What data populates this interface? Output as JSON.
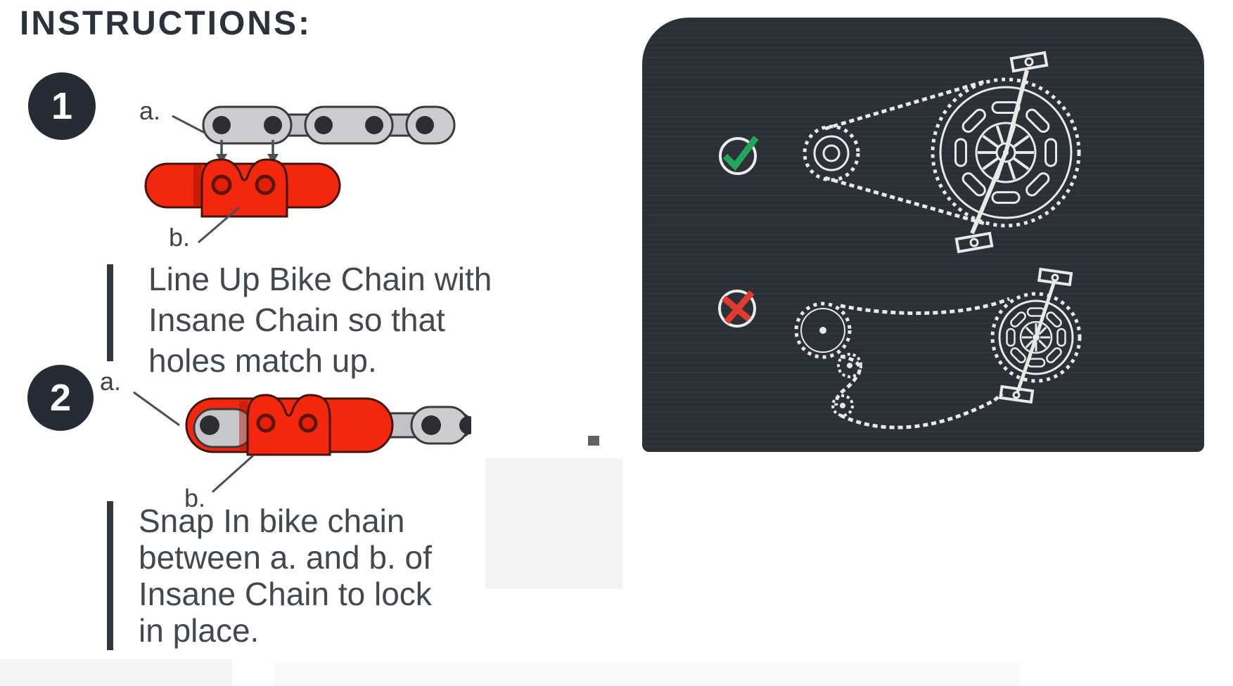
{
  "heading": "INSTRUCTIONS:",
  "steps": [
    {
      "number": "1",
      "label_a": "a.",
      "label_b": "b.",
      "lines": [
        "Line Up Bike Chain with",
        "Insane Chain so that",
        "holes match up."
      ]
    },
    {
      "number": "2",
      "label_a": "a.",
      "label_b": "b.",
      "lines": [
        "Snap In bike chain",
        "between a. and b. of",
        "Insane Chain to lock",
        "in place."
      ]
    }
  ],
  "panel": {
    "correct": {
      "icon": "check-icon",
      "meaning": "correct chain routing (direct chain between sprocket and chainring)"
    },
    "incorrect": {
      "icon": "cross-icon",
      "meaning": "incorrect chain routing (chain through derailleur pulleys)"
    }
  },
  "colors": {
    "accent_red": "#f2270e",
    "panel_background": "#2b2f36",
    "check_green": "#25a55b",
    "cross_red": "#e23a2e",
    "chain_gray": "#cdcdcf",
    "heading_color": "#2c313b",
    "body_text": "#43474f",
    "step_circle": "#262b34",
    "line_art": "#e9e9e9"
  }
}
